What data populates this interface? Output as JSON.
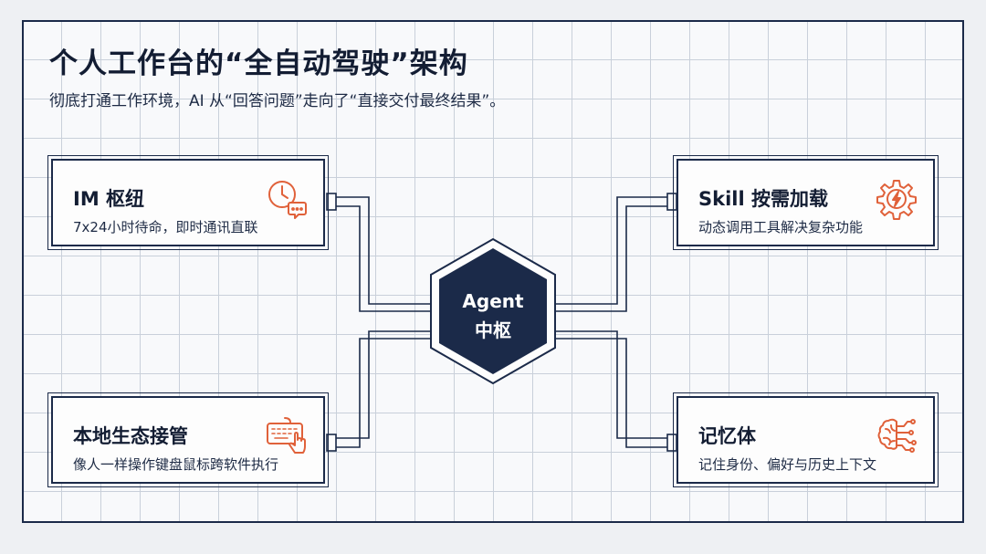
{
  "header": {
    "title": "个人工作台的“全自动驾驶”架构",
    "subtitle": "彻底打通工作环境，AI 从“回答问题”走向了“直接交付最终结果”。"
  },
  "hub": {
    "line1": "Agent",
    "line2": "中枢"
  },
  "cards": [
    {
      "title": "IM 枢纽",
      "desc": "7x24小时待命，即时通讯直联",
      "icon": "clock-chat-icon"
    },
    {
      "title": "Skill 按需加载",
      "desc": "动态调用工具解决复杂功能",
      "icon": "gear-bolt-icon"
    },
    {
      "title": "本地生态接管",
      "desc": "像人一样操作键盘鼠标跨软件执行",
      "icon": "keyboard-hand-icon"
    },
    {
      "title": "记忆体",
      "desc": "记住身份、偏好与历史上下文",
      "icon": "brain-circuit-icon"
    }
  ],
  "colors": {
    "navy": "#1b2a49",
    "accent": "#e0613a",
    "grid": "#c9d0da",
    "background": "#f8f9fb"
  }
}
